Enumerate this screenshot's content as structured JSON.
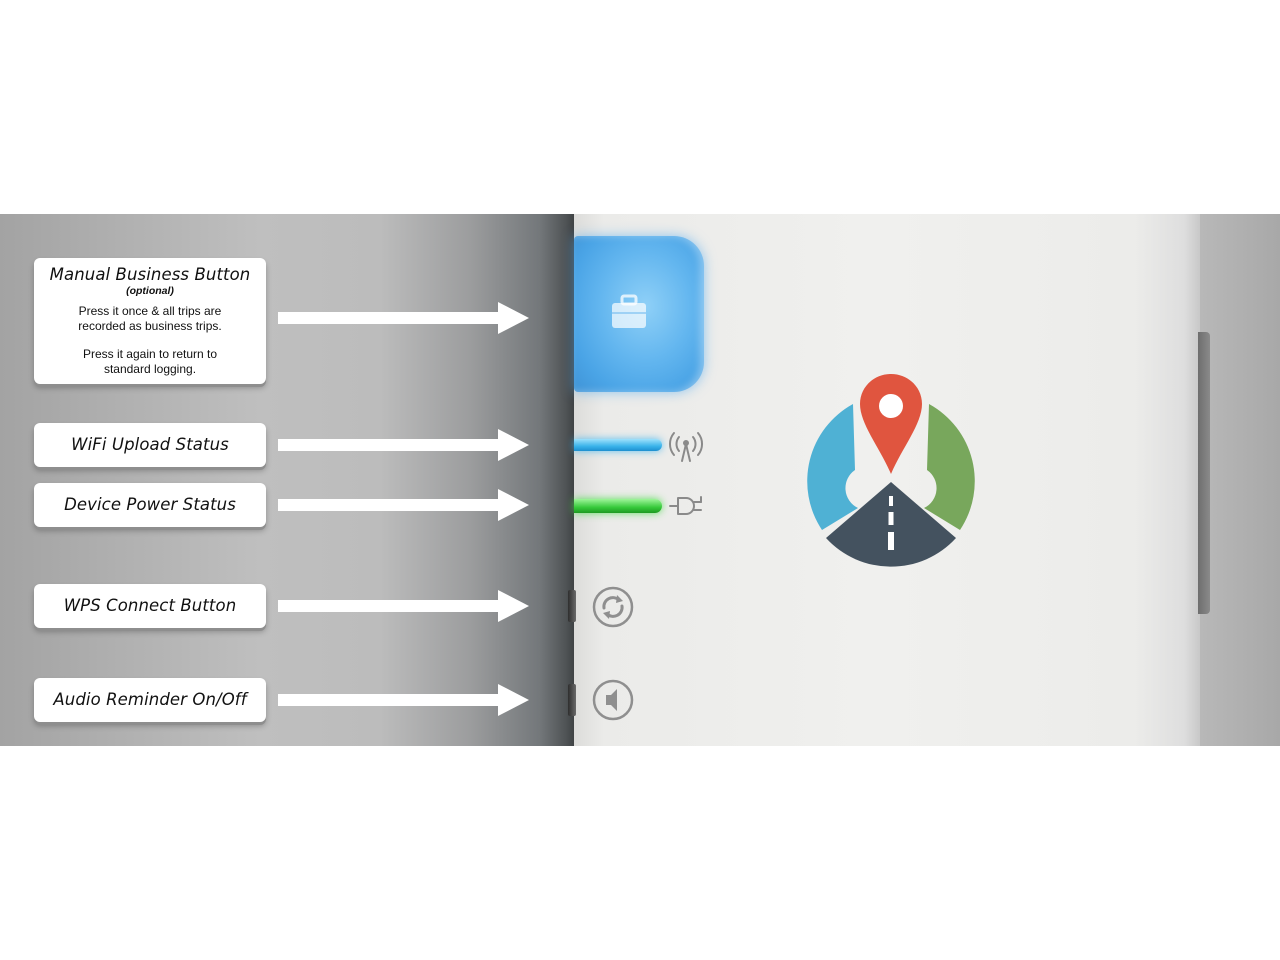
{
  "labels": {
    "manual_business": {
      "title": "Manual Business Button",
      "subtitle": "(optional)",
      "desc1_line1": "Press it once & all trips are",
      "desc1_line2": "recorded as business trips.",
      "desc2_line1": "Press it again to return to",
      "desc2_line2": "standard logging."
    },
    "wifi_upload": {
      "title": "WiFi Upload Status"
    },
    "device_power": {
      "title": "Device Power Status"
    },
    "wps_connect": {
      "title": "WPS Connect Button"
    },
    "audio_reminder": {
      "title": "Audio Reminder On/Off"
    }
  },
  "icons": {
    "business": "briefcase-icon",
    "wifi": "antenna-icon",
    "power": "plug-icon",
    "wps": "refresh-arrows-icon",
    "audio": "speaker-icon",
    "logo": "map-pin-road-logo"
  },
  "colors": {
    "business_button": "#63b6ef",
    "wifi_led": "#3ab3ea",
    "power_led": "#36c93a",
    "logo_pin": "#e0553f",
    "logo_blue": "#4fb1d4",
    "logo_green": "#78a75c",
    "logo_road": "#44525f"
  }
}
